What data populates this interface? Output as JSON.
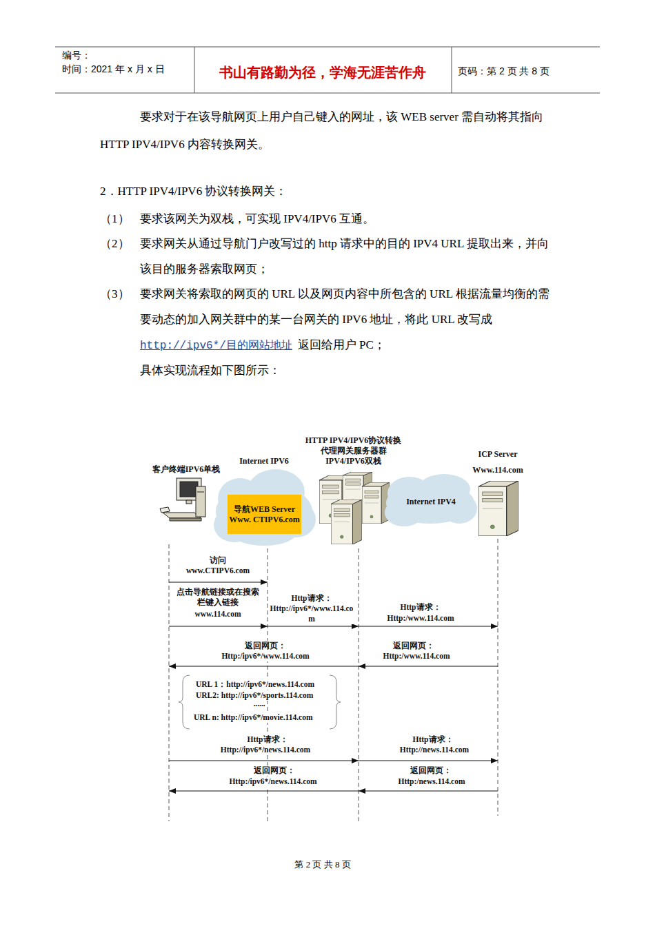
{
  "diagram": {
    "nodes": [
      {
        "text": [
          "客户终端IPV6单栈"
        ]
      },
      {
        "text": [
          "Internet IPV6"
        ]
      },
      {
        "text": [
          "导航WEB Server Www. CTIPV6.com"
        ],
        "in": 1
      },
      {
        "text": [
          "HTTP IPV4/IPV6协议转换 代理网关服务器群 IPV4/IPV6双栈"
        ]
      },
      {
        "text": [
          "Internet IPV4"
        ]
      },
      {
        "text": [
          "ICP Server",
          "Www.114.com"
        ]
      }
    ],
    "labels": [
      "编号：",
      "时间：2021 年 x 月 x 日",
      "书山有路勤为径，学海无涯苦作舟",
      "页码：第 2 页  共 8 页",
      "要求对于在该导航网页上用户自己键入的网址，该 WEB server 需自动将其指向 HTTP IPV4/IPV6 内容转换网关。",
      "2．HTTP IPV4/IPV6 协议转换网关：",
      "（1）",
      "要求该网关为双栈，可实现 IPV4/IPV6 互通。",
      "（2）",
      "要求网关从通过导航门户改写过的 http 请求中的目的 IPV4 URL 提取出来，并向该目的服务器索取网页；",
      "（3）",
      "要求网关将索取的网页的 URL 以及网页内容中所包含的 URL 根据流量均衡的需要动态的加入网关群中的某一台网关的 IPV6 地址，将此 URL 改写成",
      "http://ipv6*/目的网站地址",
      "返回给用户 PC；",
      "具体实现流程如下图所示：",
      "访问",
      "www.CTIPV6.com",
      "点击导航链接或在搜索栏键入链接",
      "www.114.com",
      "Http请求：",
      "Http://ipv6*/www.114.com",
      "Http请求：",
      "Http:/www.114.com",
      "返回网页：",
      "Http:/ipv6*/www.114.com",
      "返回网页：",
      "Http:/www.114.com",
      "URL 1：http://ipv6*/news.114.com",
      "URL2: http://ipv6*/sports.114.com",
      "......",
      "URL n: http://ipv6*/movie.114.com",
      "Http请求：",
      "Http://ipv6*/news.114.com",
      "Http请求：",
      "Http://news.114.com",
      "返回网页：",
      "Http:/ipv6*/news.114.com",
      "返回网页：",
      "Http:/news.114.com",
      "第 2 页 共 8 页"
    ]
  }
}
